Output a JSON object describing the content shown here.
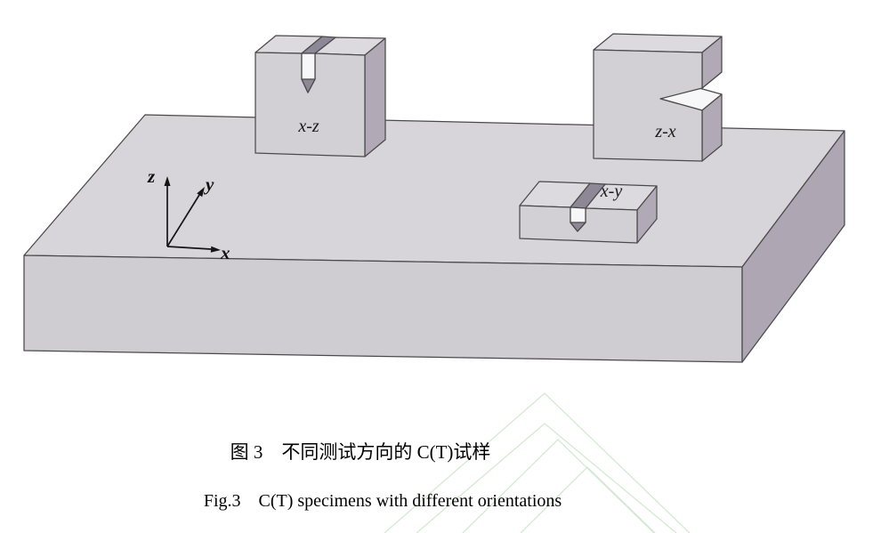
{
  "figure": {
    "specimens": {
      "xz_label": "x-z",
      "zx_label": "z-x",
      "xy_label": "x-y"
    },
    "axes": {
      "x_label": "x",
      "y_label": "y",
      "z_label": "z"
    },
    "colors": {
      "plate_top": "#d8d5da",
      "plate_front": "#cfccd2",
      "plate_side": "#afa6b4",
      "face_top": "#dcdade",
      "face_front": "#d3d0d5",
      "face_side": "#b2a9b7",
      "slot_dark": "#8e8795",
      "slot_light": "#f7f6f8",
      "outline": "#4a4a4a",
      "watermark_green": "#cfe7cd",
      "background": "#ffffff"
    }
  },
  "captions": {
    "chinese": "图 3　不同测试方向的 C(T)试样",
    "english": "Fig.3　C(T) specimens with different orientations"
  }
}
